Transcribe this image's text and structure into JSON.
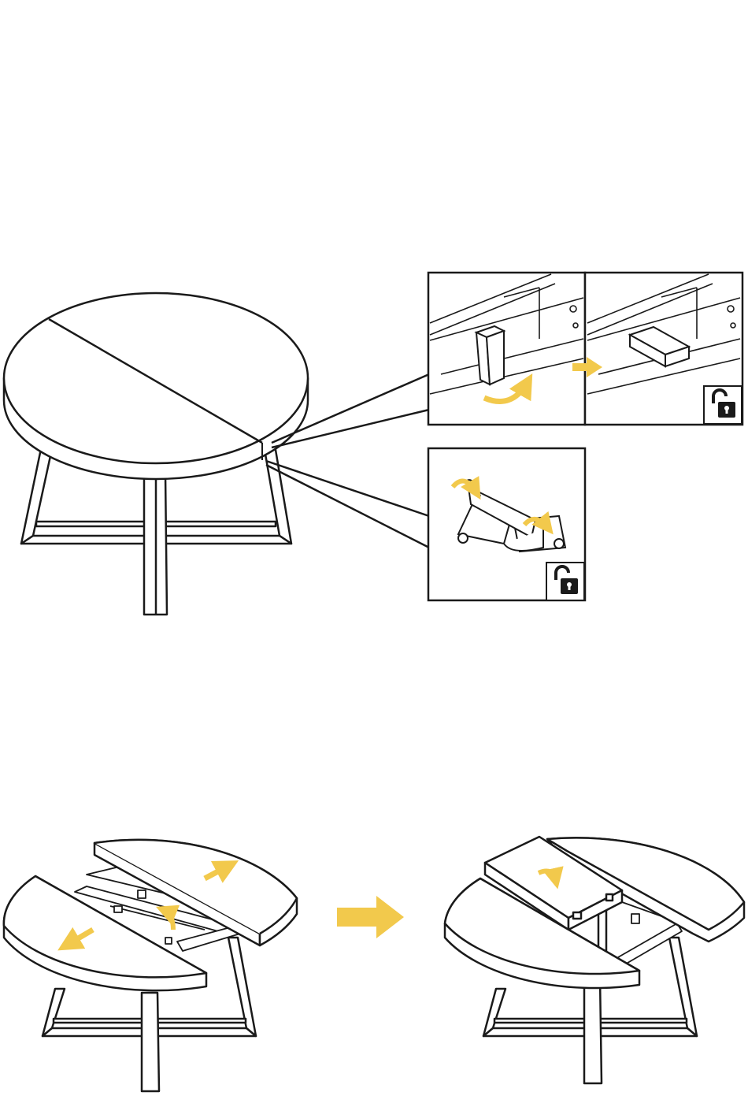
{
  "colors": {
    "line": "#1a1a1a",
    "accent": "#f2c94c",
    "background": "#ffffff"
  },
  "icons": {
    "unlock": "unlocked-padlock-icon",
    "direction": "arrow-icon"
  },
  "steps": [
    {
      "name": "unlock-latches",
      "details": [
        {
          "name": "slide-latch",
          "states": [
            "closed",
            "open"
          ],
          "status_icon": "unlocked-padlock-icon"
        },
        {
          "name": "hook-latch",
          "status_icon": "unlocked-padlock-icon"
        }
      ]
    },
    {
      "name": "pull-apart-and-unfold-leaf",
      "states": [
        "halves-pulled-apart",
        "leaf-unfolded"
      ]
    }
  ]
}
